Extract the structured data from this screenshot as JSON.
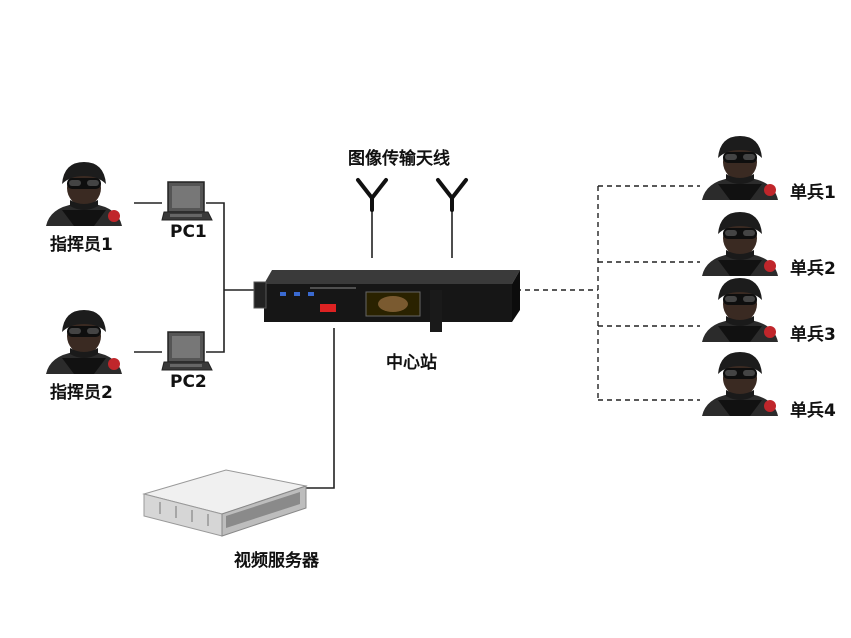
{
  "antenna_label": "图像传输天线",
  "center_station": {
    "label": "中心站"
  },
  "commanders": [
    {
      "label": "指挥员1",
      "pc_label": "PC1"
    },
    {
      "label": "指挥员2",
      "pc_label": "PC2"
    }
  ],
  "soldiers": [
    {
      "label": "单兵1"
    },
    {
      "label": "单兵2"
    },
    {
      "label": "单兵3"
    },
    {
      "label": "单兵4"
    }
  ],
  "video_server": {
    "label": "视频服务器"
  },
  "colors": {
    "line": "#222222",
    "device": "#1a1a1a",
    "server": "#e6e6e6"
  },
  "icons": [
    "soldier-icon",
    "laptop-icon",
    "antenna-icon",
    "rack-device-icon",
    "server-icon"
  ]
}
